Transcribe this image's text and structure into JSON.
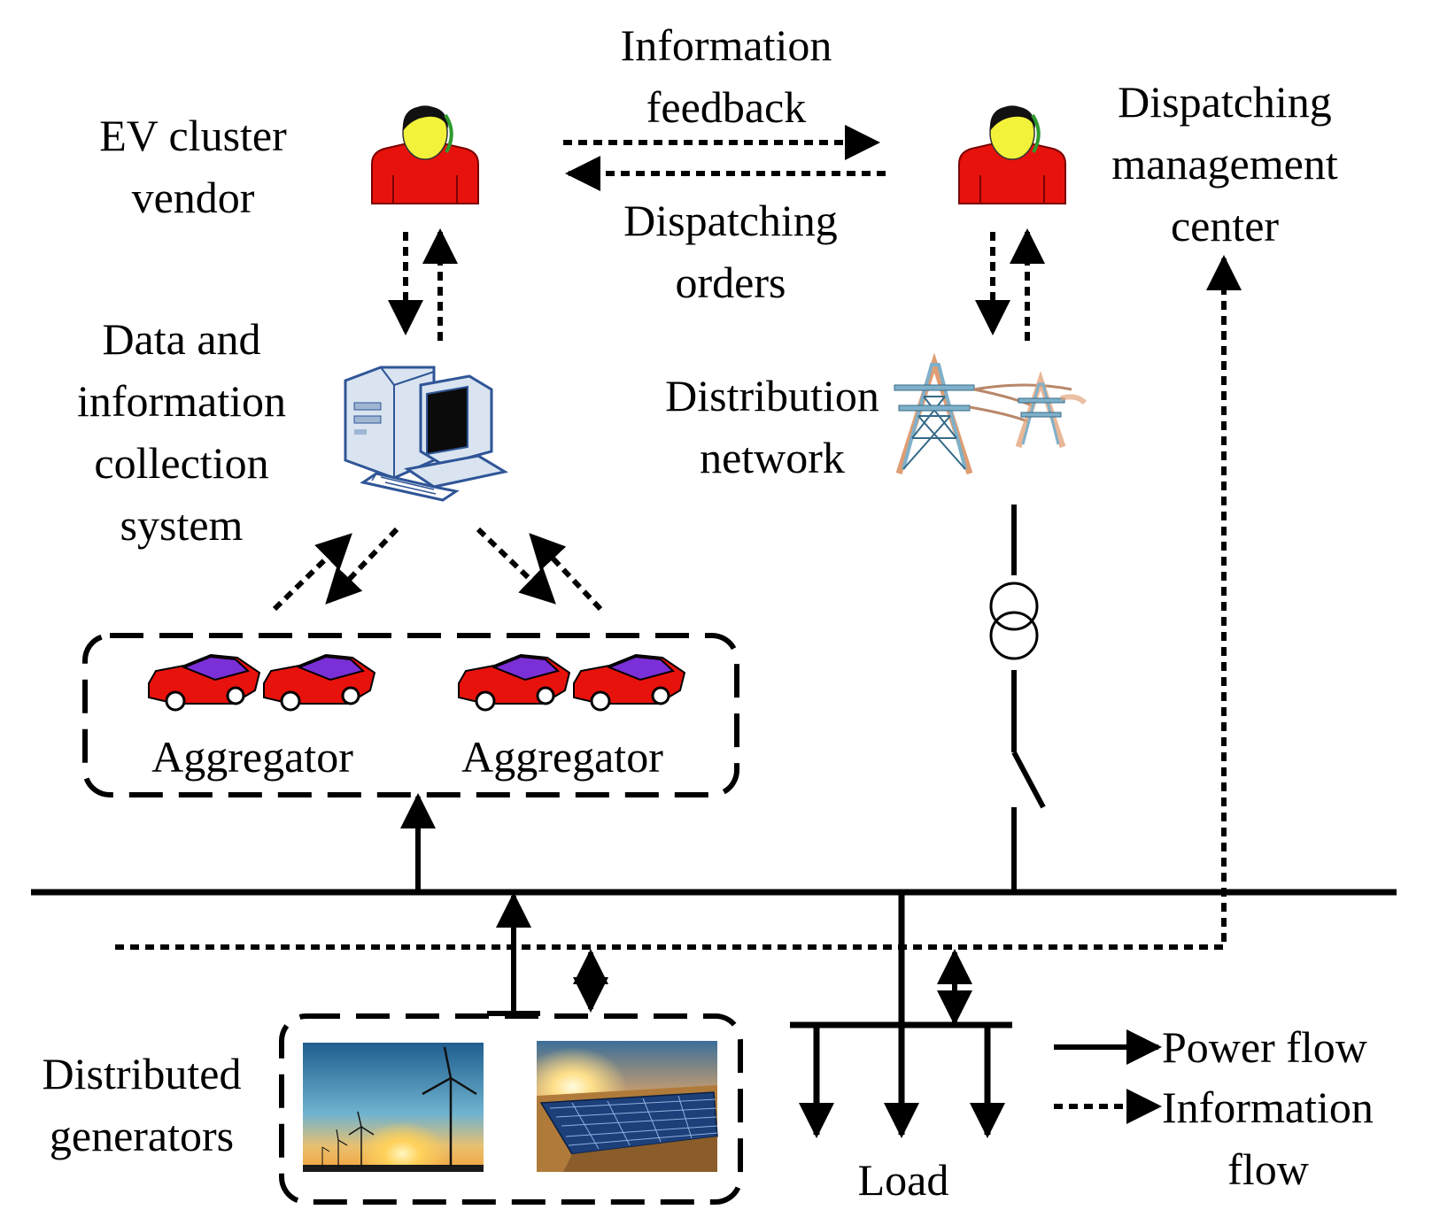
{
  "labels": {
    "ev_vendor": [
      "EV cluster",
      "vendor"
    ],
    "info_feedback": [
      "Information",
      "feedback"
    ],
    "dispatching_orders": [
      "Dispatching",
      "orders"
    ],
    "dispatch_center": [
      "Dispatching",
      "management",
      "center"
    ],
    "data_system": [
      "Data and",
      "information",
      "collection",
      "system"
    ],
    "distribution_network": [
      "Distribution",
      "network"
    ],
    "aggregator_left": "Aggregator",
    "aggregator_right": "Aggregator",
    "distributed_generators": [
      "Distributed",
      "generators"
    ],
    "load": "Load"
  },
  "legend": {
    "power_flow": "Power flow",
    "information_flow": [
      "Information",
      "flow"
    ]
  },
  "colors": {
    "person_body": "#e8120c",
    "person_face": "#f2f23a",
    "car_body": "#e8120c",
    "car_window": "#7b2fd6",
    "computer": "#d9e4f0",
    "tower": "#7fb0c9",
    "line": "#000000"
  },
  "icons": [
    "person-icon",
    "computer-icon",
    "transmission-tower-icon",
    "electric-car-icon",
    "wind-turbine-photo",
    "solar-panel-photo",
    "transformer-symbol",
    "switch-symbol"
  ]
}
